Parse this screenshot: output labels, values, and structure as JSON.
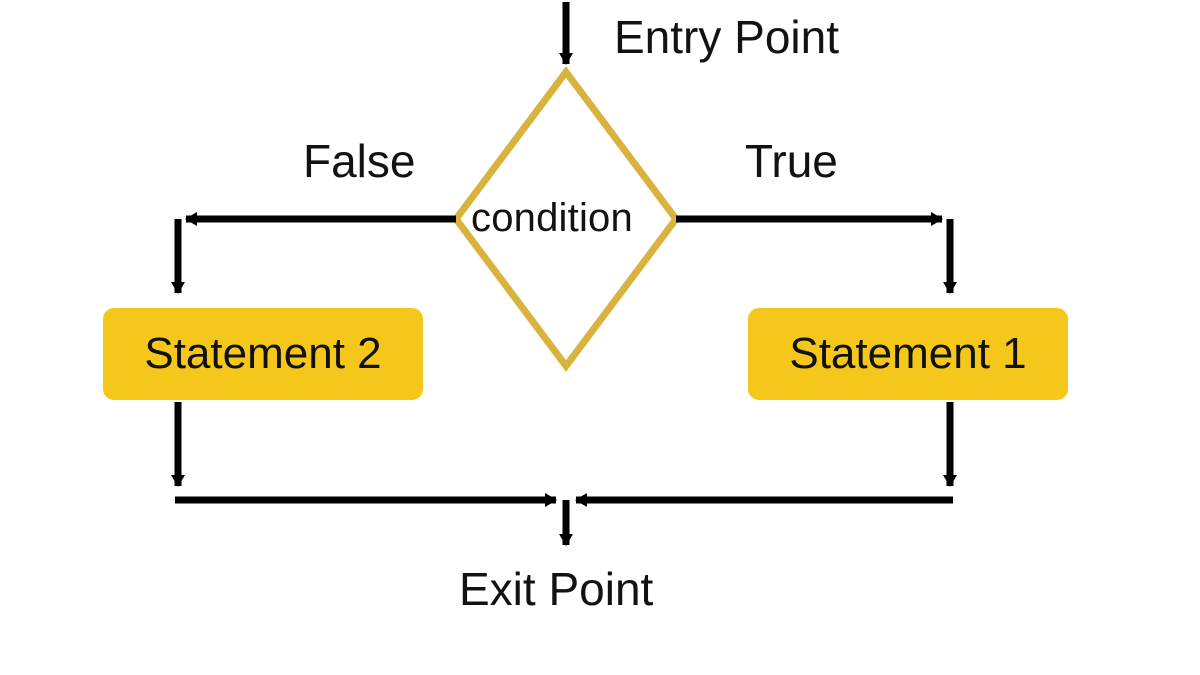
{
  "diagram": {
    "type": "flowchart",
    "title": "if-else conditional flowchart",
    "background_color": "#ffffff",
    "line_color": "#000000",
    "diamond_border_color": "#D8B43F",
    "box_fill_color": "#F5C71B",
    "text_color": "#121212"
  },
  "nodes": {
    "entry_label": "Entry Point",
    "decision_label": "condition",
    "statement_left": "Statement 2",
    "statement_right": "Statement 1",
    "exit_label": "Exit Point"
  },
  "edges": {
    "false_label": "False",
    "true_label": "True"
  },
  "icons": {
    "entry_arrow": "arrow-down-icon",
    "false_arrow": "arrow-left-icon",
    "true_arrow": "arrow-right-icon",
    "left_branch_down_arrow": "arrow-down-icon",
    "right_branch_down_arrow": "arrow-down-icon",
    "left_merge_arrow": "arrow-right-icon",
    "right_merge_arrow": "arrow-left-icon",
    "exit_arrow": "arrow-down-icon"
  }
}
